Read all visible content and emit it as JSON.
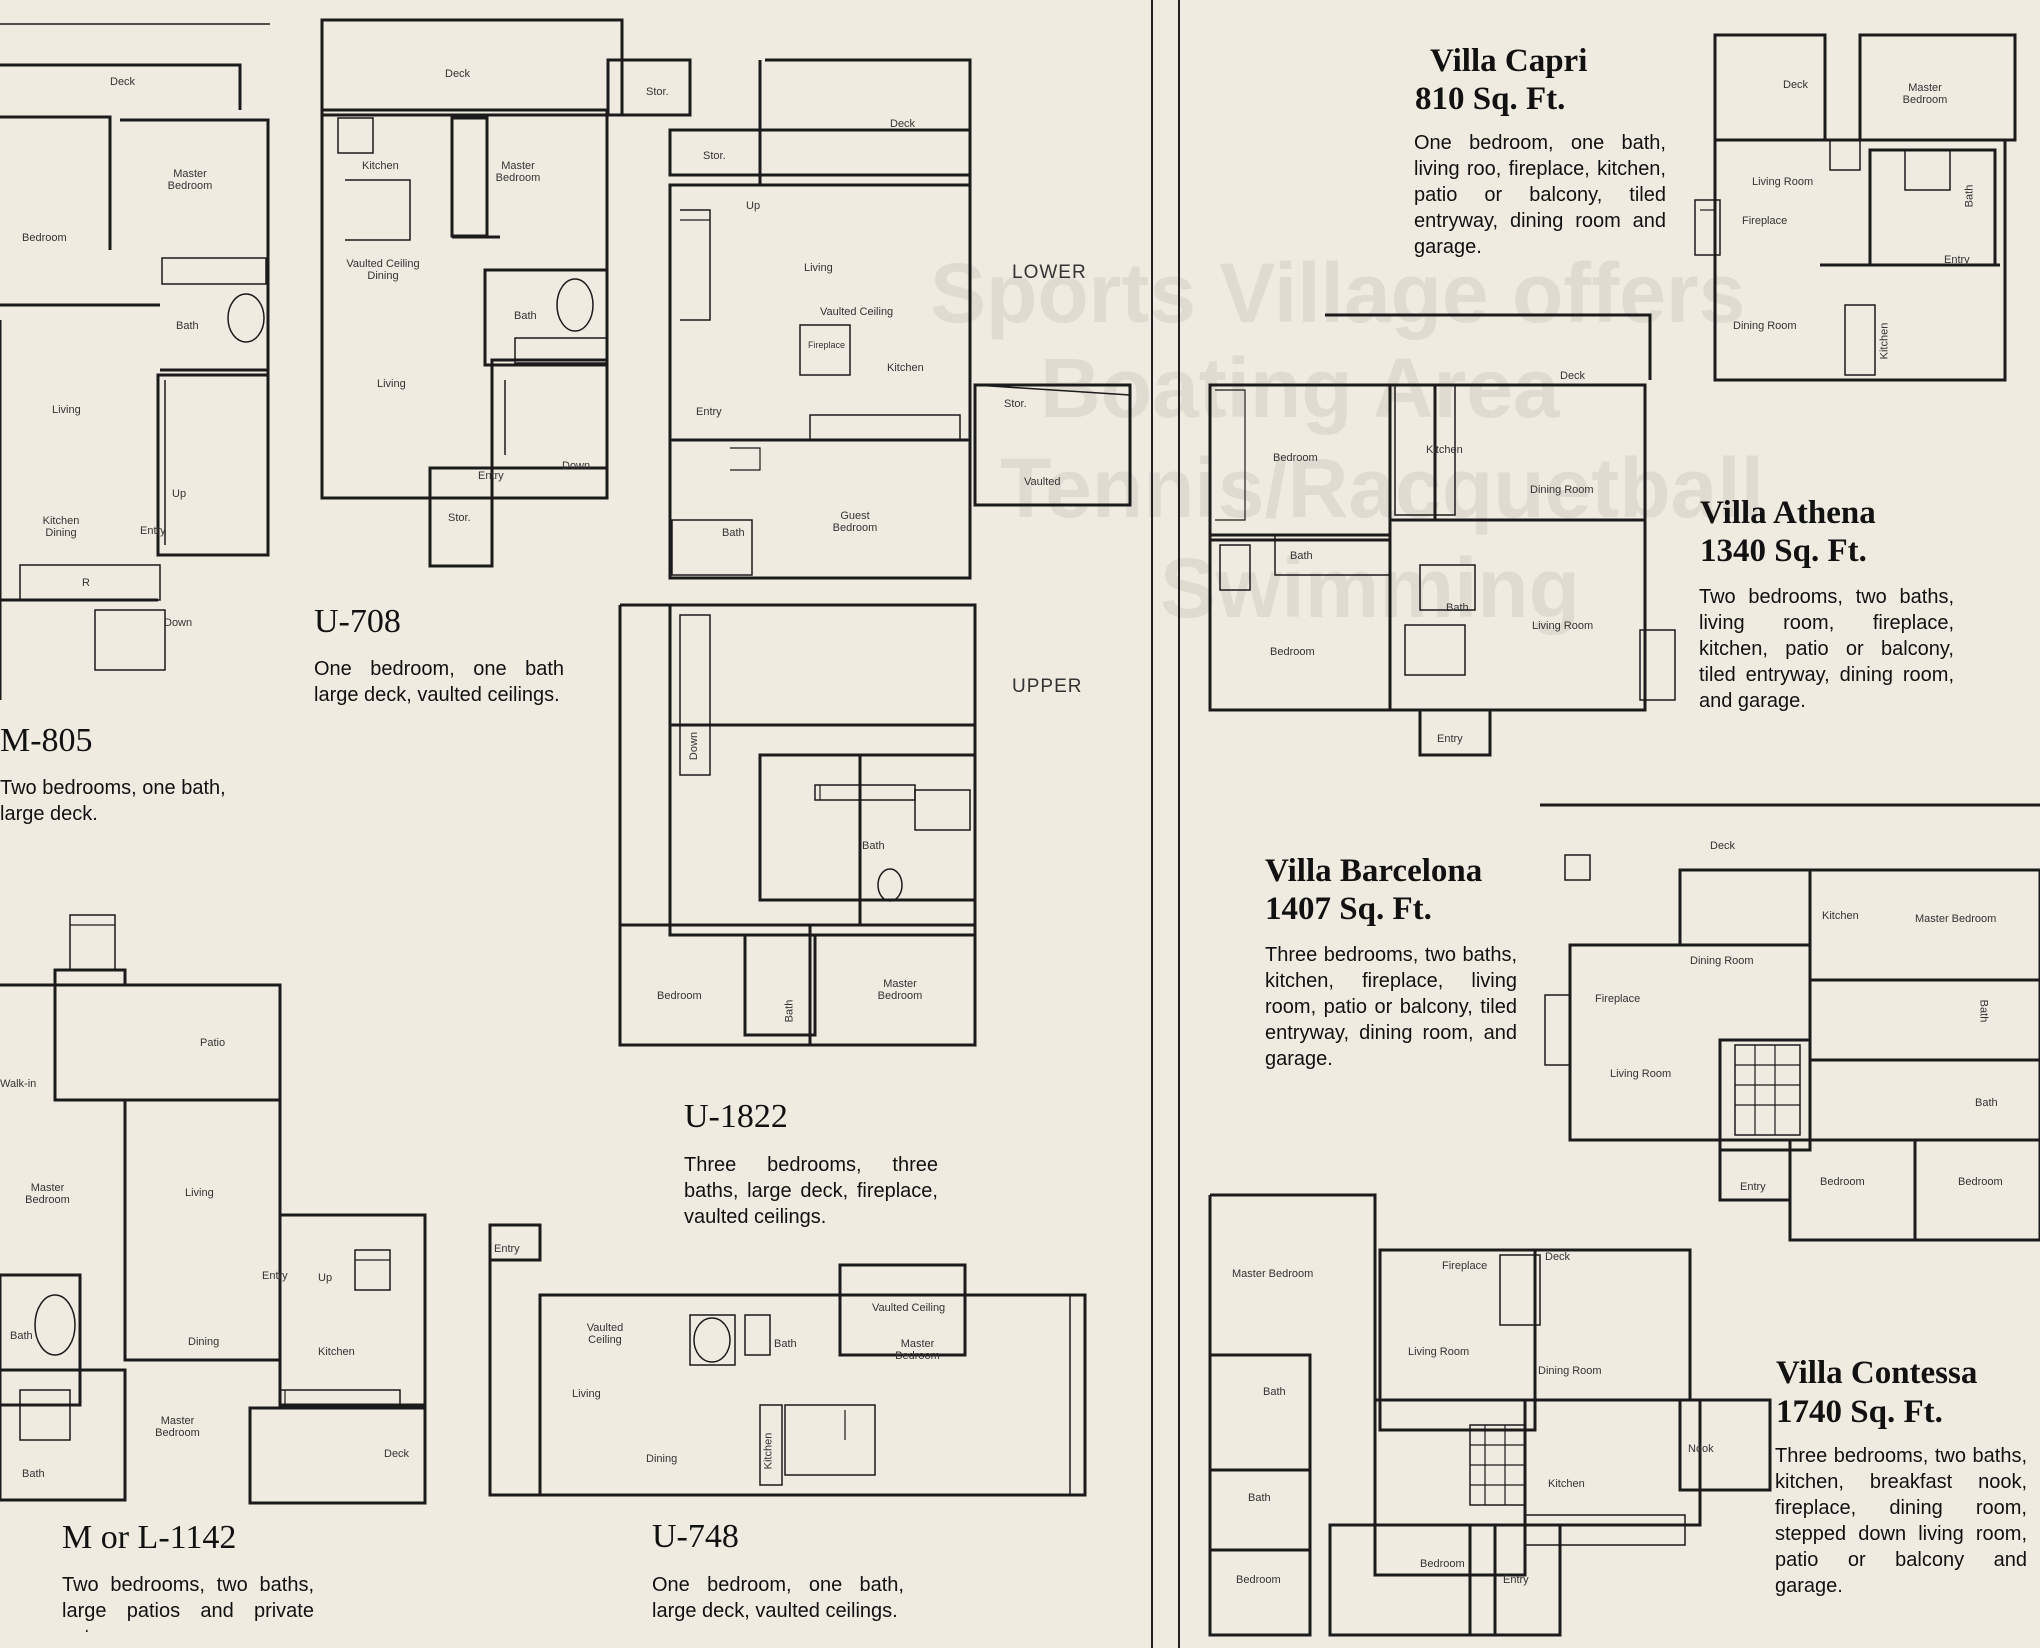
{
  "left_page": {
    "plans": {
      "m805": {
        "model": "M-805",
        "desc": "Two bedrooms, one bath, large deck.",
        "rooms": {
          "deck": "Deck",
          "master": "Master Bedroom",
          "bedroom": "Bedroom",
          "bath": "Bath",
          "living": "Living",
          "kitchen": "Kitchen Dining",
          "up": "Up",
          "entry": "Entry",
          "down": "Down",
          "r": "R"
        }
      },
      "u708": {
        "model": "U-708",
        "desc": "One bedroom, one bath large deck, vaulted ceilings.",
        "rooms": {
          "deck": "Deck",
          "stor": "Stor.",
          "kitchen": "Kitchen",
          "master": "Master Bedroom",
          "vaulted": "Vaulted Ceiling Dining",
          "bath": "Bath",
          "living": "Living",
          "entry": "Entry",
          "down": "Down",
          "stor2": "Stor."
        }
      },
      "u1822": {
        "model": "U-1822",
        "desc": "Three bedrooms, three baths, large deck, fireplace, vaulted ceilings.",
        "lower": "LOWER",
        "upper": "UPPER",
        "rooms": {
          "deck": "Deck",
          "stor": "Stor.",
          "up": "Up",
          "living": "Living",
          "vaulted": "Vaulted Ceiling",
          "fireplace": "Fireplace",
          "kitchen": "Kitchen",
          "entry": "Entry",
          "stor2": "Stor.",
          "vaulted2": "Vaulted",
          "bath": "Bath",
          "guest": "Guest Bedroom",
          "down": "Down",
          "bath2": "Bath",
          "bedroom": "Bedroom",
          "bath3": "Bath",
          "master": "Master Bedroom"
        }
      },
      "ml1142": {
        "model": "M or L-1142",
        "desc": "Two bedrooms, two baths, large patios and private entrance.",
        "rooms": {
          "patio": "Patio",
          "walkin": "Walk-in",
          "master": "Master Bedroom",
          "living": "Living",
          "entry": "Entry",
          "up": "Up",
          "bath": "Bath",
          "dining": "Dining",
          "kitchen": "Kitchen",
          "master2": "Master Bedroom",
          "bath2": "Bath",
          "deck": "Deck"
        }
      },
      "u748": {
        "model": "U-748",
        "desc": "One bedroom, one bath, large deck, vaulted ceilings.",
        "rooms": {
          "entry": "Entry",
          "vaulted": "Vaulted Ceiling",
          "living": "Living",
          "vaulted2": "Vaulted Ceiling",
          "master": "Master Bedroom",
          "bath": "Bath",
          "dining": "Dining",
          "kitchen": "Kitchen"
        }
      }
    }
  },
  "right_page": {
    "ghost_text": [
      "Sports Village offers",
      "Boating Area",
      "Tennis/Racquetball",
      "Swimming"
    ],
    "villas": {
      "capri": {
        "name": "Villa Capri",
        "sqft": "810 Sq. Ft.",
        "desc": "One bedroom, one bath, living roo, fireplace, kitchen, patio or balcony, tiled entryway, dining room and garage.",
        "rooms": {
          "deck": "Deck",
          "master": "Master Bedroom",
          "living": "Living Room",
          "fireplace": "Fireplace",
          "bath": "Bath",
          "entry": "Entry",
          "dining": "Dining Room",
          "kitchen": "Kitchen"
        }
      },
      "athena": {
        "name": "Villa Athena",
        "sqft": "1340 Sq. Ft.",
        "desc": "Two bedrooms, two baths, living room, fireplace, kitchen, patio or balcony, tiled entryway, dining room, and garage.",
        "rooms": {
          "deck": "Deck",
          "bedroom": "Bedroom",
          "kitchen": "Kitchen",
          "dining": "Dining Room",
          "bath": "Bath",
          "bath2": "Bath",
          "living": "Living Room",
          "bedroom2": "Bedroom",
          "entry": "Entry"
        }
      },
      "barcelona": {
        "name": "Villa Barcelona",
        "sqft": "1407 Sq. Ft.",
        "desc": "Three bedrooms, two baths, kitchen, fireplace, living room, patio or balcony, tiled entryway, dining room, and garage.",
        "rooms": {
          "deck": "Deck",
          "kitchen": "Kitchen",
          "master": "Master Bedroom",
          "dining": "Dining Room",
          "fireplace": "Fireplace",
          "bath": "Bath",
          "living": "Living Room",
          "bath2": "Bath",
          "entry": "Entry",
          "bedroom": "Bedroom",
          "bedroom2": "Bedroom"
        }
      },
      "contessa": {
        "name": "Villa Contessa",
        "sqft": "1740 Sq. Ft.",
        "desc": "Three bedrooms, two baths, kitchen, breakfast nook, fireplace, dining room, stepped down living room, patio or balcony and garage.",
        "rooms": {
          "master": "Master Bedroom",
          "fireplace": "Fireplace",
          "deck": "Deck",
          "living": "Living Room",
          "dining": "Dining Room",
          "bath": "Bath",
          "nook": "Nook",
          "kitchen": "Kitchen",
          "bath2": "Bath",
          "bedroom": "Bedroom",
          "bedroom2": "Bedroom",
          "entry": "Entry"
        }
      }
    }
  }
}
